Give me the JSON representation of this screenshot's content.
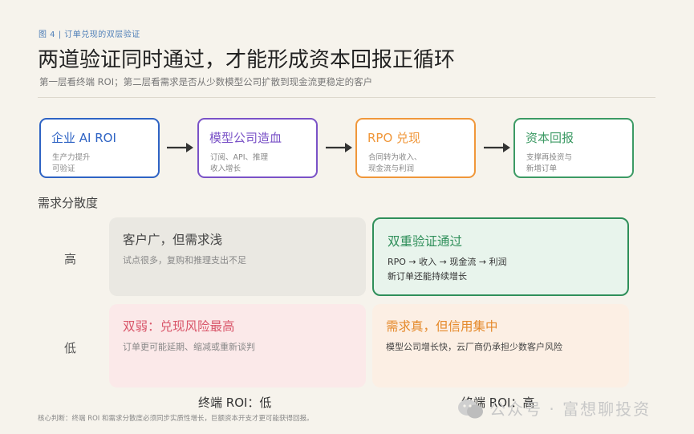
{
  "figure_label": "图 4 | 订单兑现的双层验证",
  "title": "两道验证同时通过，才能形成资本回报正循环",
  "subtitle": "第一层看终端 ROI；第二层看需求是否从少数模型公司扩散到现金流更稳定的客户",
  "flow": [
    {
      "title": "企业 AI ROI",
      "line1": "生产力提升",
      "line2": "可验证",
      "color": "#2e63c4"
    },
    {
      "title": "模型公司造血",
      "line1": "订阅、API、推理",
      "line2": "收入增长",
      "color": "#7a52c7"
    },
    {
      "title": "RPO 兑现",
      "line1": "合同转为收入、",
      "line2": "现金流与利润",
      "color": "#f0973a"
    },
    {
      "title": "资本回报",
      "line1": "支撑再投资与",
      "line2": "新增订单",
      "color": "#3c9a64"
    }
  ],
  "matrix": {
    "axis_title": "需求分散度",
    "rows": [
      "高",
      "低"
    ],
    "cols": [
      "终端 ROI：低",
      "终端 ROI：高"
    ],
    "quadrants": {
      "high_low": {
        "title": "客户广，但需求浅",
        "line1": "试点很多，复购和推理支出不足",
        "line2": "",
        "title_color": "#444444",
        "text_color": "#888888"
      },
      "high_high": {
        "title": "双重验证通过",
        "line1": "RPO → 收入 → 现金流 → 利润",
        "line2": "新订单还能持续增长",
        "title_color": "#2f8f5a",
        "text_color": "#333333"
      },
      "low_low": {
        "title": "双弱：兑现风险最高",
        "line1": "订单更可能延期、缩减或重新谈判",
        "line2": "",
        "title_color": "#d9566a",
        "text_color": "#888888"
      },
      "low_high": {
        "title": "需求真，但信用集中",
        "line1": "模型公司增长快，云厂商仍承担少数客户风险",
        "line2": "",
        "title_color": "#e58a2c",
        "text_color": "#444444"
      }
    }
  },
  "footnote": "核心判断：终端 ROI 和需求分散度必须同步实质性增长，巨额资本开支才更可能获得回报。",
  "watermark": "公众号 · 富想聊投资"
}
